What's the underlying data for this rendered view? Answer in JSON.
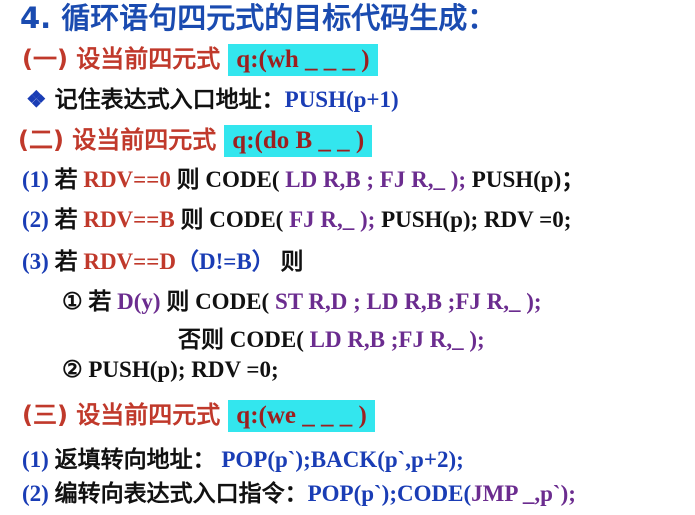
{
  "title": "4. 循环语句四元式的目标代码生成：",
  "sec1": {
    "label": "(一) 设当前四元式",
    "quad": "q:(wh _ _ _ )"
  },
  "sec1_item": {
    "bullet": "❖",
    "label": "记住表达式入口地址：",
    "code": "PUSH(p+1)"
  },
  "sec2": {
    "label": "(二) 设当前四元式",
    "quad": "q:(do B _ _ )"
  },
  "sec2_items": {
    "i1": {
      "num": "(1)",
      "if": "若",
      "cond": "RDV==0",
      "then": "则",
      "code_a": "CODE(",
      "code_b": "LD R,B ; FJ R,_ );",
      "code_c": "PUSH(p)；"
    },
    "i2": {
      "num": "(2)",
      "if": "若",
      "cond": "RDV==B",
      "then": "则",
      "code_a": "CODE(",
      "code_b": "FJ R,_ );",
      "code_c": "PUSH(p); RDV =0;"
    },
    "i3": {
      "num": "(3)",
      "if": "若",
      "cond": "RDV==D",
      "extra": "（D!=B）",
      "then": "则"
    },
    "i3a": {
      "circle": "①",
      "if": "若",
      "cond": "D(y)",
      "then": "则",
      "code_a": "CODE(",
      "code_b": "ST R,D ; LD R,B ;FJ R,_ );"
    },
    "i3b": {
      "else": "否则",
      "code_a": "CODE(",
      "code_b": "LD R,B ;FJ R,_ );"
    },
    "i3c": {
      "circle": "②",
      "code": "PUSH(p); RDV =0;"
    }
  },
  "sec3": {
    "label": "(三) 设当前四元式",
    "quad": "q:(we _ _ _ )"
  },
  "sec3_items": {
    "i1": {
      "num": "(1)",
      "label": "返填转向地址：",
      "code": "POP(p`);BACK(p`,p+2);"
    },
    "i2": {
      "num": "(2)",
      "label": "编转向表达式入口指令：",
      "code_a": "POP(p`);",
      "code_b": "CODE(",
      "code_c": "JMP _,p`);"
    }
  }
}
